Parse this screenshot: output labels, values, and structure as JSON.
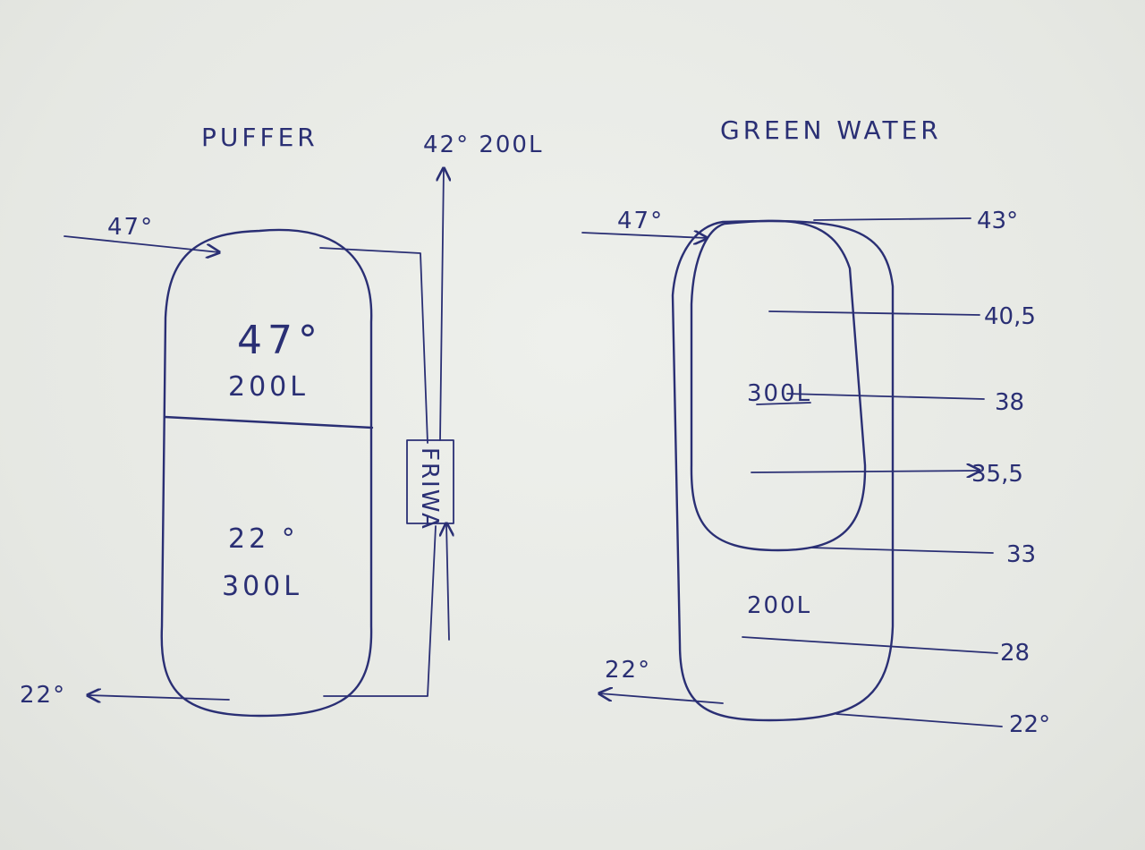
{
  "puffer": {
    "title": "PUFFER",
    "inlet_temp": "47°",
    "outlet_label": "42° 200L",
    "top_zone": {
      "temp": "47°",
      "volume": "200L"
    },
    "bottom_zone": {
      "temp": "22 °",
      "volume": "300L"
    },
    "return_temp": "22°",
    "exchanger_label": "FRIWA"
  },
  "greenwater": {
    "title": "GREEN WATER",
    "inlet_temp": "47°",
    "inner_volume": "300L",
    "outer_volume": "200L",
    "return_temp": "22°",
    "levels": [
      "43°",
      "40,5",
      "38",
      "35,5",
      "33",
      "28",
      "22°"
    ]
  },
  "colors": {
    "ink": "#2a2f74",
    "paper": "#e9ebe6"
  }
}
